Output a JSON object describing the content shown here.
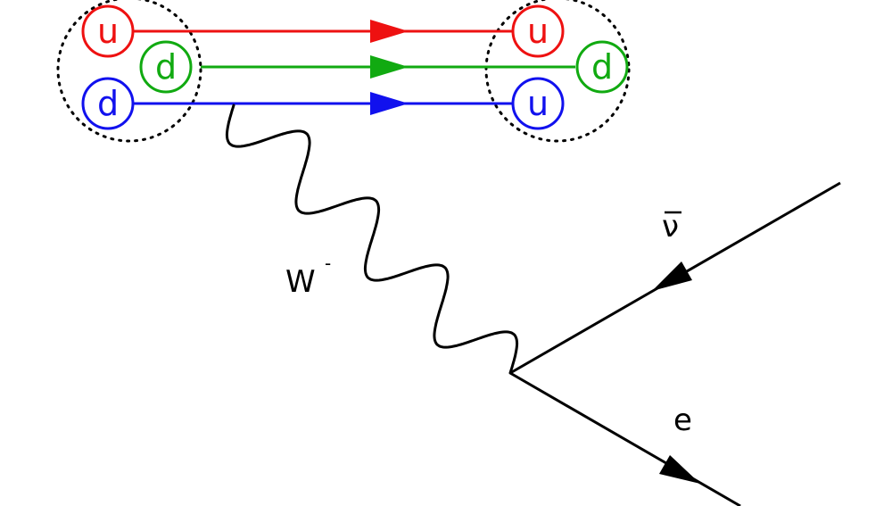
{
  "colors": {
    "red": "#ee1111",
    "green": "#11aa11",
    "blue": "#1111ee",
    "black": "#000000"
  },
  "initial_hadron": {
    "quarks": [
      {
        "label": "u",
        "color": "red"
      },
      {
        "label": "d",
        "color": "green"
      },
      {
        "label": "d",
        "color": "blue"
      }
    ]
  },
  "final_hadron": {
    "quarks": [
      {
        "label": "u",
        "color": "red"
      },
      {
        "label": "d",
        "color": "green"
      },
      {
        "label": "u",
        "color": "blue"
      }
    ]
  },
  "boson": {
    "label": "W",
    "charge": "-"
  },
  "leptons": {
    "antineutrino": {
      "label": "ν",
      "bar": true
    },
    "electron": {
      "label": "e"
    }
  }
}
